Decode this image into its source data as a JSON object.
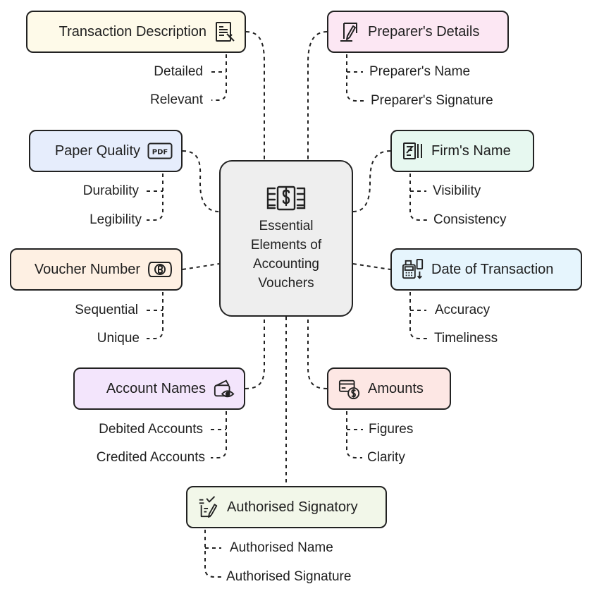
{
  "center": {
    "title": "Essential Elements of Accounting Vouchers",
    "icon": "money-cash-icon",
    "fill": "#eeeeee"
  },
  "branches": {
    "transaction_description": {
      "title": "Transaction Description",
      "icon": "receipt-icon",
      "fill": "#fefae9",
      "items": [
        "Detailed",
        "Relevant"
      ]
    },
    "paper_quality": {
      "title": "Paper Quality",
      "icon": "pdf-icon",
      "fill": "#e6edfc",
      "items": [
        "Durability",
        "Legibility"
      ]
    },
    "voucher_number": {
      "title": "Voucher Number",
      "icon": "coin-ticket-icon",
      "fill": "#fef0e3",
      "items": [
        "Sequential",
        "Unique"
      ]
    },
    "account_names": {
      "title": "Account Names",
      "icon": "wallet-eye-icon",
      "fill": "#f3e5fc",
      "items": [
        "Debited Accounts",
        "Credited Accounts"
      ]
    },
    "preparers_details": {
      "title": "Preparer's Details",
      "icon": "document-pen-icon",
      "fill": "#fce7f3",
      "items": [
        "Preparer's Name",
        "Preparer's Signature"
      ]
    },
    "firms_name": {
      "title": "Firm's Name",
      "icon": "company-card-icon",
      "fill": "#e7f8f0",
      "items": [
        "Visibility",
        "Consistency"
      ]
    },
    "date_of_transaction": {
      "title": "Date of Transaction",
      "icon": "calculator-date-icon",
      "fill": "#e6f5fd",
      "items": [
        "Accuracy",
        "Timeliness"
      ]
    },
    "amounts": {
      "title": "Amounts",
      "icon": "card-dollar-icon",
      "fill": "#fde7e4",
      "items": [
        "Figures",
        "Clarity"
      ]
    },
    "authorised_signatory": {
      "title": "Authorised Signatory",
      "icon": "signature-check-icon",
      "fill": "#f2f7e9",
      "items": [
        "Authorised Name",
        "Authorised Signature"
      ]
    }
  }
}
